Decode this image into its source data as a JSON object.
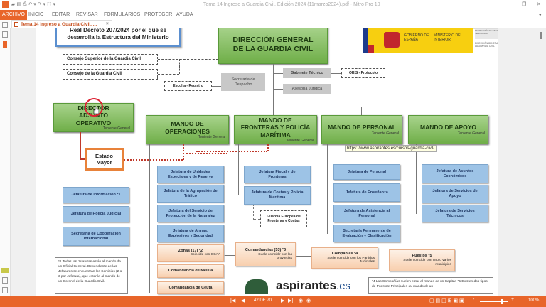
{
  "window": {
    "title": "Tema 14 Ingreso a Guardia Civil. Edición 2024 (11marzo2024).pdf - Nitro Pro 10"
  },
  "menu": [
    "ARCHIVO",
    "INICIO",
    "EDITAR",
    "REVISAR",
    "FORMULARIOS",
    "PROTEGER",
    "AYUDA"
  ],
  "tab": {
    "label": "Tema 14 Ingreso a Guardia Civil. ..."
  },
  "doc": {
    "decreto": [
      "Real Decreto 207/2024 por el que se",
      "desarrolla la Estructura del Ministerio"
    ],
    "dg": "DIRECCIÓN GENERAL DE LA GUARDIA CIVIL",
    "logo": {
      "gob": "GOBIERNO DE ESPAÑA",
      "min": "MINISTERIO DEL INTERIOR",
      "sec": "SECRETARÍA DE ESTADO DE SEGURIDAD",
      "dgc": "DIRECCIÓN GENERAL DE LA GUARDIA CIVIL"
    },
    "consejo_superior": "Consejo Superior de la Guardia Civil",
    "consejo": "Consejo de la Guardia Civil",
    "secretaria": "Secretaría de Despacho",
    "escolta": "Escolta - Registro",
    "gabinete": "Gabinete Técnico",
    "oris": "ORIS - Protocolo",
    "asesoria": "Asesoría Jurídica",
    "teniente": "Teniente General",
    "dao": "DIRECTOR ADJUNTO OPERATIVO",
    "mando_op": "MANDO DE OPERACIONES",
    "mando_fr": "MANDO DE FRONTERAS Y POLICÍA MARÍTIMA",
    "mando_pe": "MANDO DE PERSONAL",
    "mando_ap": "MANDO DE APOYO",
    "estado_mayor": "Estado Mayor",
    "dao_items": [
      "Jefatura de Información *1",
      "Jefatura de Policía Judicial",
      "Secretaría de Cooperación Internacional"
    ],
    "op_items": [
      "Jefatura de Unidades Especiales y de Reserva",
      "Jefatura de la Agrupación de Tráfico",
      "Jefatura del Servicio de Protección de la Naturalez",
      "Jefatura de Armas, Explosivos y Seguridad"
    ],
    "fr_items": [
      "Jefatura Fiscal y de Fronteras",
      "Jefatura de Costas y Policía Marítima"
    ],
    "guardia_europea": "Guardia Europea de Fronteras y Costas",
    "pe_items": [
      "Jefatura de Personal",
      "Jefatura de Enseñanza",
      "Jefatura de Asistencia al Personal",
      "Secretaría Permanente de Evaluación y Clasificación"
    ],
    "ap_items": [
      "Jefatura de Asuntos Económicos",
      "Jefatura de Servicios de Apoyo",
      "Jefatura de Servicios Técnicos"
    ],
    "zonas": {
      "title": "Zonas (17) *2",
      "sub": "Coincide con CCAA"
    },
    "melilla": "Comandancia de Melilla",
    "ceuta": "Comandancia de Ceuta",
    "comandancias": {
      "title": "Comandancias (53) *3",
      "sub": "Suele coincidir con las provincias"
    },
    "companias": {
      "title": "Compañías *4",
      "sub": "Suele coincidir con los Partidos Judiciales"
    },
    "puestos": {
      "title": "Puestos *5",
      "sub": "Suele coincidir con uno o varios municipios"
    },
    "note1": "*1 Todas las Jefaturas están al mando de un Oficial General. Dependiente de las Jefaturas se encuentran los Servicios (2 o 3 por Jefatura), que estarán al mando de un Coronel de la Guardia Civil.",
    "note4": "*4 Las Compañías suelen estar al mando de un Capitán *5 Existen dos tipos de Puestos: Principales (al mando de un",
    "brand": {
      "name": "aspirantes",
      "tld": ".es"
    },
    "tooltip": "https://www.aspirantes.es/cursos-guardia-civil/"
  },
  "status": {
    "page": "42 DE 70",
    "zoom": "100%"
  },
  "colors": {
    "accent": "#e8652a",
    "green": "#6fae48",
    "blue": "#9dc3e6"
  }
}
